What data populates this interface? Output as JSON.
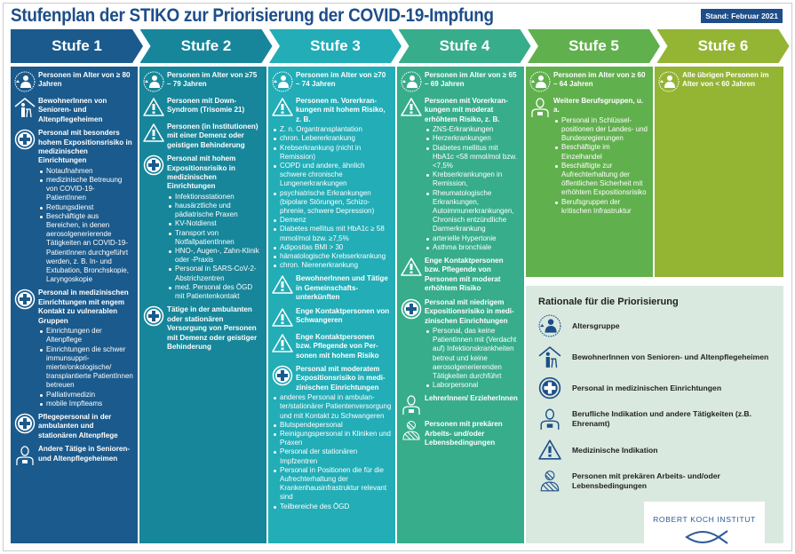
{
  "header": {
    "title": "Stufenplan der STIKO zur Priorisierung der COVID-19-Impfung",
    "stand": "Stand: Februar 2021"
  },
  "colors": {
    "title": "#1d4e89",
    "stufe1": "#1b5a8c",
    "stufe2": "#17869a",
    "stufe3": "#22adb7",
    "stufe4": "#37ad8b",
    "stufe5": "#61b04e",
    "stufe6": "#94b434"
  },
  "stufen": [
    {
      "label": "Stufe 1",
      "color": "#1b5a8c",
      "items": [
        {
          "icon": "age-icon",
          "title": "Personen im Alter von ≥ 80 Jahren",
          "bullets": []
        },
        {
          "icon": "nursing-home-icon",
          "title": "BewohnerInnen von Senioren- und Altenpflegeheimen",
          "bullets": []
        },
        {
          "icon": "medical-cross-icon",
          "title": "Personal mit besonders hohem Expositions­risiko in medizinischen Einrichtungen",
          "bullets": [
            "Notaufnahmen",
            "medizinische Betreu­ung von COVID-19-PatientInnen",
            "Rettungsdienst",
            "Beschäftigte aus Bereichen, in denen aerosolgenerierende Tätigkeiten an COVID-19-PatientInnen durchgeführt werden, z. B. In- und Extubation, Bronchskopie, Laryngoskopie"
          ]
        },
        {
          "icon": "medical-cross-icon",
          "title": "Personal in medizini­schen Einrichtungen mit engem Kontakt zu vulnerablen Gruppen",
          "bullets": [
            "Einrichtungen der Altenpflege",
            "Einrichtungen die schwer immunsuppri­mierte/onkologische/ transplantierte PatientInnen betreuen",
            "Palliativmedizin",
            "mobile Impfteams"
          ]
        },
        {
          "icon": "medical-cross-icon",
          "title": "Pflegepersonal in der ambulanten und stationären Altenpflege",
          "bullets": []
        },
        {
          "icon": "worker-icon",
          "title": "Andere Tätige in Senioren- und Alten­pflegeheimen",
          "bullets": []
        }
      ]
    },
    {
      "label": "Stufe 2",
      "color": "#17869a",
      "items": [
        {
          "icon": "age-icon",
          "title": "Personen im Alter von ≥75 – 79 Jahren",
          "bullets": []
        },
        {
          "icon": "warning-icon",
          "title": "Personen mit Down-Syndrom (Trisomie 21)",
          "bullets": []
        },
        {
          "icon": "warning-icon",
          "title": "Personen (in Institu­tionen) mit einer Demenz oder geistigen Behinderung",
          "bullets": []
        },
        {
          "icon": "medical-cross-icon",
          "title": "Personal mit hohem Expositionsrisiko in medizinischen Einrichtungen",
          "bullets": [
            "Infektionsstationen",
            "hausärztliche und pädiatrische Praxen",
            "KV-Notdienst",
            "Transport von NotfallpatientInnen",
            "HNO-, Augen-, Zahn-Klinik oder -Praxis",
            "Personal in SARS-CoV-2-Abstrichzentren",
            "med. Personal des ÖGD mit Patienten­kontakt"
          ]
        },
        {
          "icon": "medical-cross-icon",
          "title": "Tätige in der ambulan­ten oder stationären Versorgung von Personen mit Demenz oder geistiger Behin­derung",
          "bullets": []
        }
      ]
    },
    {
      "label": "Stufe 3",
      "color": "#22adb7",
      "items": [
        {
          "icon": "age-icon",
          "title": "Personen im Alter von ≥70 – 74 Jahren",
          "bullets": []
        },
        {
          "icon": "warning-icon",
          "wide": true,
          "title": "Personen m. Vorerkran­kungen mit hohem Risiko, z. B.",
          "bullets": [
            "Z. n. Organtransplantation",
            "chron. Lebererkrankung",
            "Krebserkrankung (nicht in Remission)",
            "COPD und andere, ähnlich schwere chronische Lungenerkrankungen",
            "psychiatrische Erkrankungen (bipolare Störungen, Schizo­phrenie, schwere Depression)",
            "Demenz",
            "Diabetes mellitus mit HbA1c ≥ 58 mmol/mol bzw. ≥7,5%",
            "Adipositas BMI > 30",
            "hämatologische Krebser­krankung",
            "chron. Nierenerkrankung"
          ]
        },
        {
          "icon": "warning-icon",
          "title": "BewohnerInnen und Tätige in Gemeinschafts­unterkünften",
          "bullets": []
        },
        {
          "icon": "warning-icon",
          "title": "Enge Kontaktpersonen von Schwangeren",
          "bullets": []
        },
        {
          "icon": "warning-icon",
          "title": "Enge Kontaktpersonen bzw. Pflegende von Per­sonen mit hohem Risiko",
          "bullets": []
        },
        {
          "icon": "medical-cross-icon",
          "wide": true,
          "title": "Personal mit moderatem Expositionsrisiko in medi­zinischen Einrichtungen",
          "bullets": [
            "anderes Personal in ambulan­ter/stationärer Patientenver­sorgung und mit Kontakt zu Schwangeren",
            "Blutspendepersonal",
            "Reinigungspersonal in Kliniken und Praxen",
            "Personal der stationären Impfzentren",
            "Personal in Positionen die für die Aufrechterhaltung der Krankenhausinfrastruktur relevant sind",
            "Teilbereiche des ÖGD"
          ]
        }
      ]
    },
    {
      "label": "Stufe 4",
      "color": "#37ad8b",
      "items": [
        {
          "icon": "age-icon",
          "title": "Personen im Alter von ≥ 65 – 69 Jahren",
          "bullets": []
        },
        {
          "icon": "warning-icon",
          "title": "Personen mit Vorerkran­kungen mit moderat erhöhtem Risiko, z. B.",
          "bullets": [
            "ZNS-Erkrankungen",
            "Herzerkrankungen",
            "Diabetes mellitus mit HbA1c <58 mmol/mol bzw. <7,5%",
            "Krebserkrankungen in Remission,",
            "Rheumatologische Erkrankungen, Autoimmunerkrankun­gen, Chronisch entzünd­liche Darmerkrankung",
            "arterielle Hypertonie",
            "Asthma bronchiale"
          ]
        },
        {
          "icon": "warning-icon",
          "title": "Enge Kontaktpersonen bzw. Pflegende von Personen mit moderat erhöhtem Risiko",
          "bullets": []
        },
        {
          "icon": "medical-cross-icon",
          "title": "Personal mit niedrigem Expositionsrisiko in medi­zinischen Einrichtungen",
          "bullets": [
            "Personal, das keine PatientInnen mit (Verdacht auf) Infektionskrankheiten betreut und keine aerosolgenerierenden Tätigkeiten durchführt",
            "Laborpersonal"
          ]
        },
        {
          "icon": "worker-icon",
          "title": "LehrerInnen/ ErzieherInnen",
          "bullets": []
        },
        {
          "icon": "precarious-icon",
          "title": "Personen mit prekären Arbeits- und/oder Lebensbedingungen",
          "bullets": []
        }
      ]
    },
    {
      "label": "Stufe 5",
      "color": "#61b04e",
      "items": [
        {
          "icon": "age-icon",
          "title": "Personen im Alter von ≥ 60 – 64 Jahren",
          "bullets": []
        },
        {
          "icon": "worker-icon",
          "title": "Weitere Berufsgruppen, u. a.",
          "bullets": [
            "Personal in Schlüssel­positionen der Landes- und Bundes­regierungen",
            "Beschäftigte im Einzelhandel",
            "Beschäftigte zur Aufrechterhaltung der öffentlichen Sicherheit mit erhöhtem Expositionsrisiko",
            "Berufsgruppen der kritischen Infra­struktur"
          ]
        }
      ]
    },
    {
      "label": "Stufe 6",
      "color": "#94b434",
      "items": [
        {
          "icon": "age-icon",
          "title": "Alle übrigen Personen im Alter von < 60 Jahren",
          "bullets": []
        }
      ]
    }
  ],
  "rationale": {
    "title": "Rationale für die Priorisierung",
    "items": [
      {
        "icon": "age-icon",
        "label": "Altersgruppe"
      },
      {
        "icon": "nursing-home-icon",
        "label": "BewohnerInnen von Senioren- und Altenpflegeheimen"
      },
      {
        "icon": "medical-cross-icon",
        "label": "Personal in medizinischen Einrichtungen"
      },
      {
        "icon": "worker-icon",
        "label": "Berufliche Indikation und andere Tätigkeiten (z.B. Ehrenamt)"
      },
      {
        "icon": "warning-icon",
        "label": "Medizinische Indikation"
      },
      {
        "icon": "precarious-icon",
        "label": "Personen mit prekären Arbeits- und/oder Lebensbedingungen"
      }
    ]
  },
  "logo": {
    "text": "ROBERT KOCH INSTITUT"
  }
}
